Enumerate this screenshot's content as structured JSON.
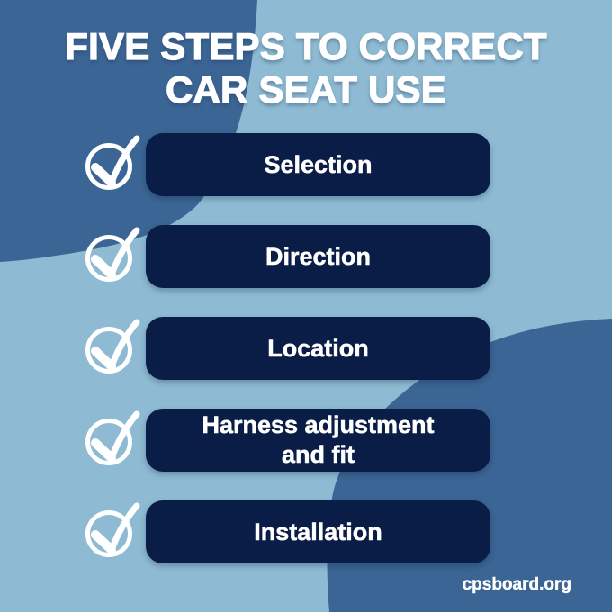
{
  "title": {
    "line1": "FIVE STEPS TO CORRECT",
    "line2": "CAR SEAT USE"
  },
  "steps": [
    {
      "line1": "Selection"
    },
    {
      "line1": "Direction"
    },
    {
      "line1": "Location"
    },
    {
      "line1": "Harness adjustment",
      "line2": "and fit"
    },
    {
      "line1": "Installation"
    }
  ],
  "footer": {
    "url": "cpsboard.org"
  },
  "icons": {
    "step_marker": "check-circle-icon"
  },
  "colors": {
    "base": "#8ebbd3",
    "blob": "#3b6594",
    "navy": "#0a1d47",
    "text": "#ffffff"
  }
}
